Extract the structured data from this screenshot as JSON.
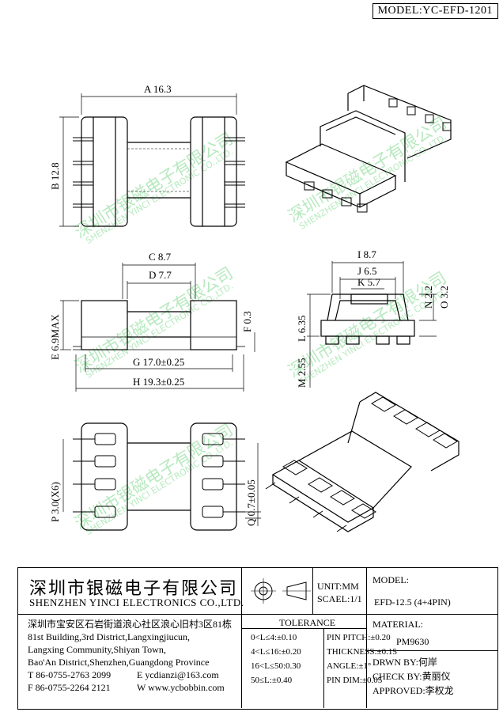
{
  "model": "MODEL:YC-EFD-1201",
  "watermark": {
    "cn": "深圳市银磁电子有限公司",
    "en": "SHENZHEN YINCI ELECTRONIC CO.,LTD."
  },
  "dimensions": {
    "A": "A 16.3",
    "B": "B 12.8",
    "C": "C 8.7",
    "D": "D 7.7",
    "E": "E 6.9MAX",
    "F": "F 0.3",
    "G": "G 17.0±0.25",
    "H": "H 19.3±0.25",
    "I": "I 8.7",
    "J": "J 6.5",
    "K": "K 5.7",
    "L": "L 6.35",
    "M": "M 2.55",
    "N": "N 2.2",
    "O": "O 3.2",
    "P": "P 3.0(X6)",
    "Q": "Q 0.7±0.05"
  },
  "title_block": {
    "company_cn": "深圳市银磁电子有限公司",
    "company_en": "SHENZHEN YINCI ELECTRONICS CO.,LTD.",
    "address_cn": "深圳市宝安区石岩街道浪心社区浪心旧村3区81栋",
    "address_en": [
      "81st Building,3rd District,Langxingjiucun,",
      "Langxing Community,Shiyan Town,",
      "Bao'An District,Shenzhen,Guangdong Province"
    ],
    "tel": "T 86-0755-2763 2099",
    "email": "E ycdianzi@163.com",
    "fax": "F 86-0755-2264 2121",
    "web": "W www.ycbobbin.com",
    "unit": "UNIT:MM",
    "scale": "SCAEL:1/1",
    "model_label": "MODEL:",
    "model_value": "EFD-12.5 (4+4PIN)",
    "tolerance_label": "TOLERANCE",
    "tolerances": [
      "0<L≤4:±0.10",
      "4<L≤16:±0.20",
      "16<L≤50:0.30",
      "50≤L:±0.40"
    ],
    "pin_tolerances": [
      "PIN PITCH:±0.20",
      "THICKNESS:±0.15",
      "ANGLE:±1°",
      "PIN DIM:±0.05"
    ],
    "material_label": "MATERIAL:",
    "material_value": "PM9630",
    "drawn_by": "DRWN BY:何岸",
    "check_by": "CHECK BY:黄丽仪",
    "approved": "APPROVED:李权龙"
  }
}
